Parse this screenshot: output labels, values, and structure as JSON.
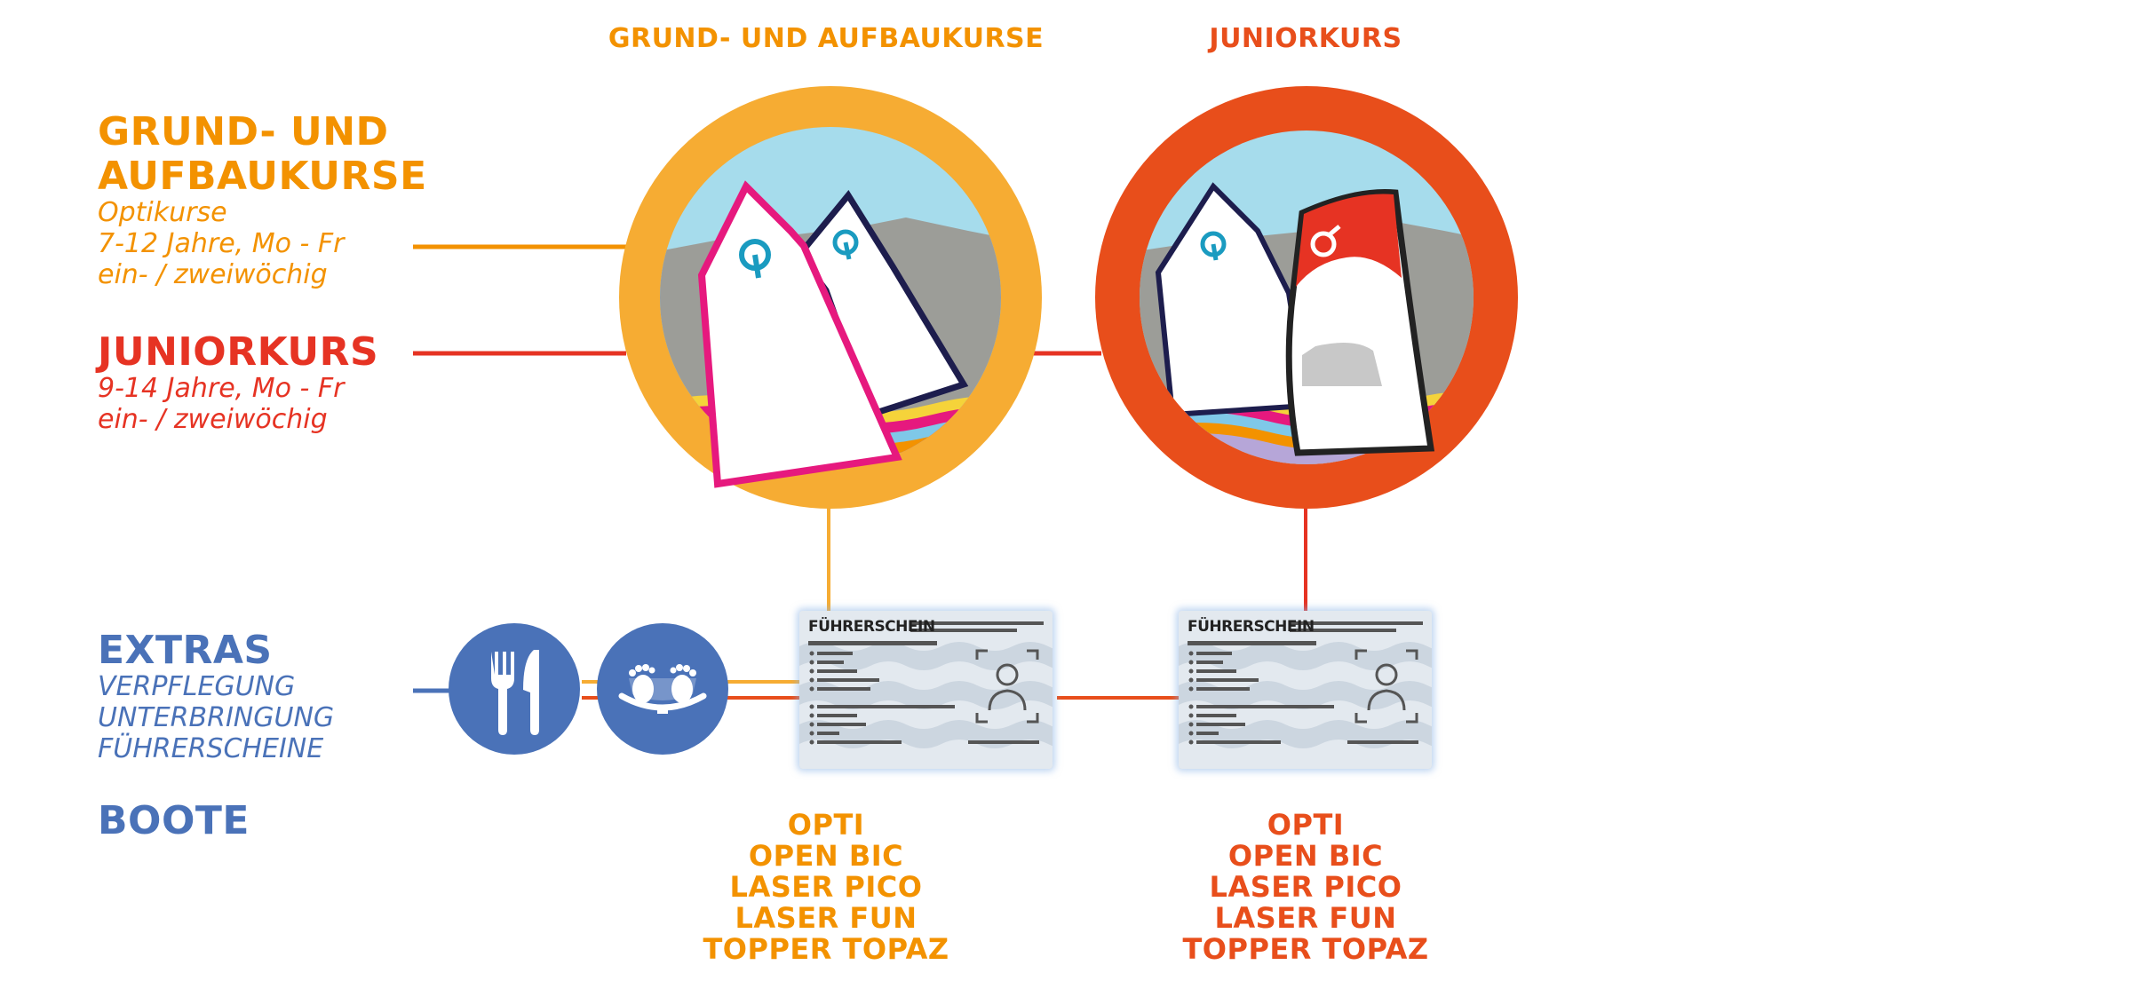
{
  "colors": {
    "orange": "#f39200",
    "orange_light": "#f6ac33",
    "red": "#e63323",
    "deep_orange": "#e84e1b",
    "blue": "#4a72b8",
    "magenta": "#e6197e",
    "navy": "#1d1d4d",
    "sky": "#a6dcec",
    "mountain": "#9c9d98",
    "logo_teal": "#1a9bc0"
  },
  "left": {
    "grund_title_line1": "GRUND- UND",
    "grund_title_line2": "AUFBAUKURSE",
    "grund_sub1": "Optikurse",
    "grund_sub2": "7-12 Jahre, Mo - Fr",
    "grund_sub3": "ein- / zweiwöchig",
    "junior_title": "JUNIORKURS",
    "junior_sub1": "9-14 Jahre, Mo - Fr",
    "junior_sub2": "ein- / zweiwöchig",
    "extras_title": "EXTRAS",
    "extras_sub1": "VERPFLEGUNG",
    "extras_sub2": "UNTERBRINGUNG",
    "extras_sub3": "FÜHRERSCHEINE",
    "boote_title": "BOOTE"
  },
  "columns": [
    {
      "heading": "GRUND- UND AUFBAUKURSE",
      "license_title": "FÜHRERSCHEIN",
      "boats": [
        "OPTI",
        "OPEN BIC",
        "LASER PICO",
        "LASER FUN",
        "TOPPER TOPAZ"
      ]
    },
    {
      "heading": "JUNIORKURS",
      "license_title": "FÜHRERSCHEIN",
      "boats": [
        "OPTI",
        "OPEN BIC",
        "LASER PICO",
        "LASER FUN",
        "TOPPER TOPAZ"
      ]
    }
  ],
  "icons": {
    "meal": "fork-knife-icon",
    "bed": "bed-feet-icon",
    "portrait": "portrait-frame-icon",
    "opti_logo": "opti-logo-icon"
  }
}
